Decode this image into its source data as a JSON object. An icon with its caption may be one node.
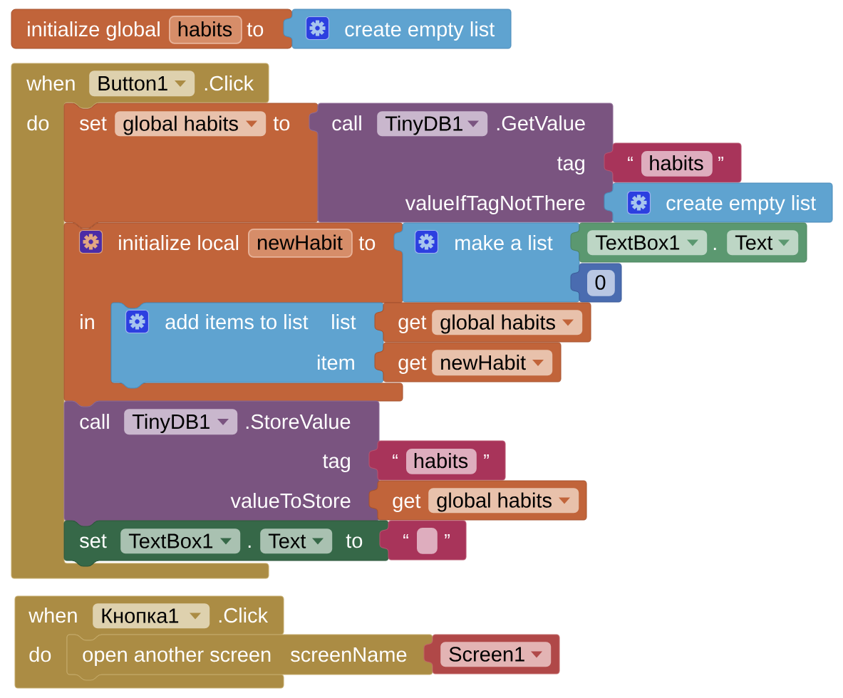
{
  "diagram": {
    "nodes": [
      {
        "text": [
          "initialize global",
          "to"
        ]
      },
      {
        "text": [
          "habits"
        ],
        "in": 0
      },
      {
        "text": [
          "create empty list"
        ]
      },
      {
        "text": [
          "when",
          ".Click",
          "do"
        ]
      },
      {
        "text": [
          "Button1"
        ],
        "in": 3
      },
      {
        "text": [
          "set",
          "to"
        ]
      },
      {
        "text": [
          "global habits"
        ],
        "in": 5
      },
      {
        "text": [
          "call",
          ".GetValue",
          "tag",
          "valueIfTagNotThere"
        ]
      },
      {
        "text": [
          "TinyDB1"
        ],
        "in": 7
      },
      {
        "text": [
          "“",
          "”"
        ]
      },
      {
        "text": [
          "habits"
        ],
        "in": 9
      },
      {
        "text": [
          "create empty list"
        ]
      },
      {
        "text": [
          "initialize local",
          "to",
          "in"
        ]
      },
      {
        "text": [
          "newHabit"
        ],
        "in": 12
      },
      {
        "text": [
          "make a list"
        ]
      },
      {
        "text": [
          "."
        ]
      },
      {
        "text": [
          "TextBox1"
        ],
        "in": 15
      },
      {
        "text": [
          "Text"
        ],
        "in": 15
      },
      {
        "text": [],
        "shape": "box"
      },
      {
        "text": [
          "0"
        ],
        "in": 18
      },
      {
        "text": [
          "add items to list",
          "list",
          "item"
        ],
        "in": 12
      },
      {
        "text": [
          "get"
        ]
      },
      {
        "text": [
          "global habits"
        ],
        "in": 21
      },
      {
        "text": [
          "get"
        ]
      },
      {
        "text": [
          "newHabit"
        ],
        "in": 23
      },
      {
        "text": [
          "call",
          ".StoreValue",
          "tag",
          "valueToStore"
        ]
      },
      {
        "text": [
          "TinyDB1"
        ],
        "in": 25
      },
      {
        "text": [
          "“",
          "”"
        ]
      },
      {
        "text": [
          "habits"
        ],
        "in": 27
      },
      {
        "text": [
          "get"
        ]
      },
      {
        "text": [
          "global habits"
        ],
        "in": 29
      },
      {
        "text": [
          "set",
          ".",
          "to"
        ]
      },
      {
        "text": [
          "TextBox1"
        ],
        "in": 31
      },
      {
        "text": [
          "Text"
        ],
        "in": 31
      },
      {
        "text": [
          "“",
          "”"
        ]
      },
      {
        "text": [],
        "shape": "box",
        "in": 34
      },
      {
        "text": [
          "when",
          ".Click",
          "do"
        ]
      },
      {
        "text": [
          "Кнопка1"
        ],
        "in": 36
      },
      {
        "text": [
          "open another screen",
          "screenName"
        ]
      },
      {
        "text": [],
        "shape": "box"
      },
      {
        "text": [
          "Screen1"
        ],
        "in": 39
      }
    ]
  }
}
